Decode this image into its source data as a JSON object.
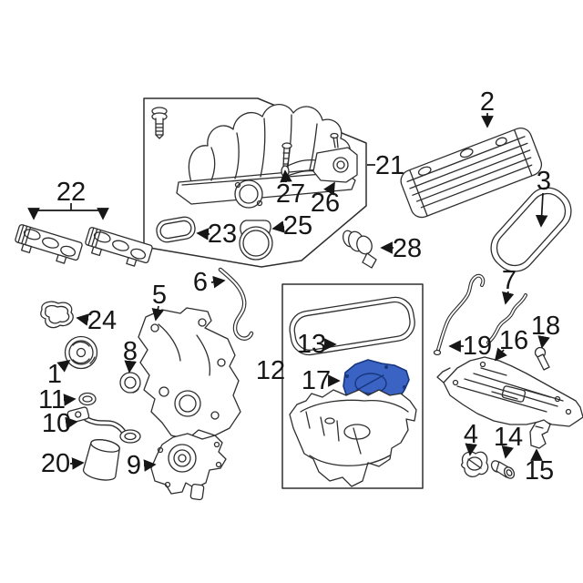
{
  "figure": {
    "kind": "exploded engine parts line diagram",
    "background_color": "#ffffff",
    "line_color": "#2e2e2e",
    "label_color": "#161616",
    "highlight_fill_color": "#3a63c4",
    "highlight_stroke_color": "#17367e"
  },
  "callouts": [
    {
      "number": "1"
    },
    {
      "number": "2"
    },
    {
      "number": "3"
    },
    {
      "number": "4"
    },
    {
      "number": "5"
    },
    {
      "number": "6"
    },
    {
      "number": "7"
    },
    {
      "number": "8"
    },
    {
      "number": "9"
    },
    {
      "number": "10"
    },
    {
      "number": "11"
    },
    {
      "number": "12"
    },
    {
      "number": "13"
    },
    {
      "number": "14"
    },
    {
      "number": "15"
    },
    {
      "number": "16"
    },
    {
      "number": "17"
    },
    {
      "number": "18"
    },
    {
      "number": "19"
    },
    {
      "number": "20"
    },
    {
      "number": "21"
    },
    {
      "number": "22"
    },
    {
      "number": "23"
    },
    {
      "number": "24"
    },
    {
      "number": "25"
    },
    {
      "number": "26"
    },
    {
      "number": "27"
    },
    {
      "number": "28"
    }
  ]
}
